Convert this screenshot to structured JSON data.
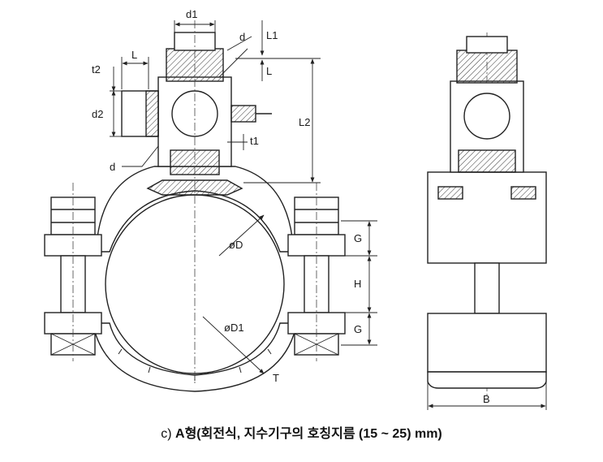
{
  "labels": {
    "d1": "d1",
    "d_top": "d",
    "L1": "L1",
    "L_top": "L",
    "L_left": "L",
    "t2": "t2",
    "d2": "d2",
    "d_left": "d",
    "t1": "t1",
    "L2": "L2",
    "phiD": "øD",
    "phiD1": "øD1",
    "T": "T",
    "G_upper": "G",
    "H": "H",
    "G_lower": "G",
    "B": "B"
  },
  "caption": {
    "prefix": "c) ",
    "text": "A형(회전식,  지수기구의  호칭지름  (15 ~ 25) mm)"
  }
}
